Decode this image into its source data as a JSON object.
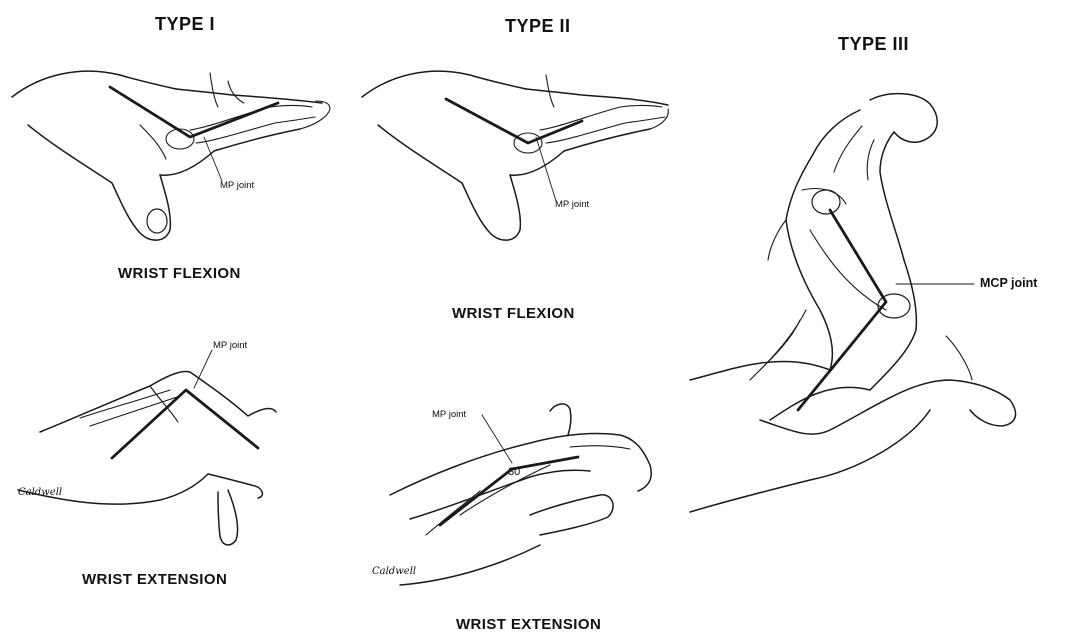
{
  "panels": {
    "type1": {
      "title": "TYPE I",
      "flexion": {
        "caption": "WRIST FLEXION",
        "callout": "MP joint"
      },
      "extension": {
        "caption": "WRIST EXTENSION",
        "callout": "MP joint"
      }
    },
    "type2": {
      "title": "TYPE II",
      "flexion": {
        "caption": "WRIST FLEXION",
        "callout": "MP joint"
      },
      "extension": {
        "caption": "WRIST EXTENSION",
        "callout": "MP joint",
        "angle": "30"
      }
    },
    "type3": {
      "title": "TYPE III",
      "callout": "MCP joint"
    }
  },
  "signatures": [
    "Caldwell",
    "Caldwell"
  ]
}
